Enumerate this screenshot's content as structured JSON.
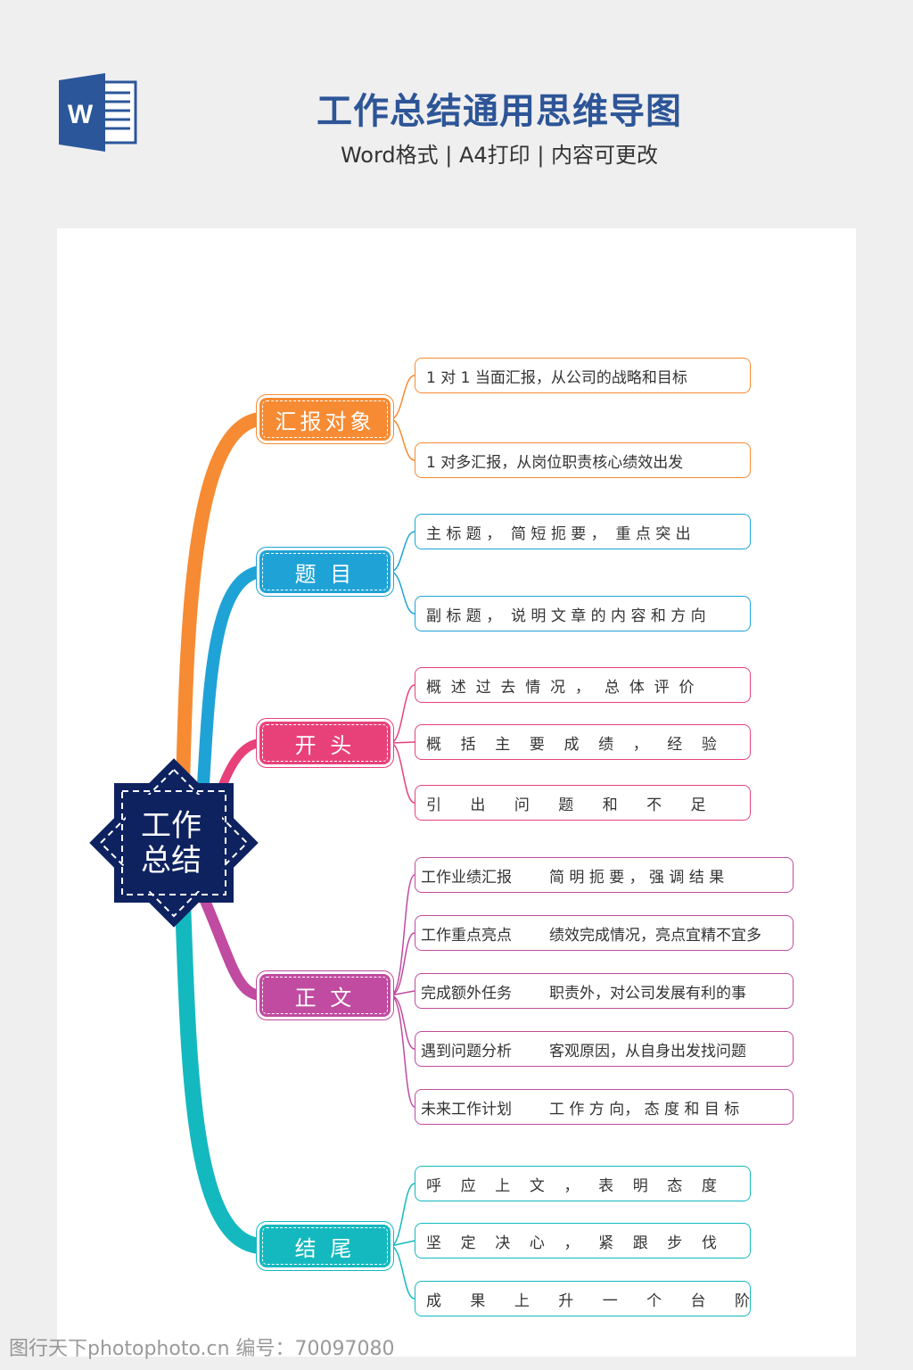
{
  "header": {
    "icon": "word-icon",
    "icon_letter": "W",
    "title": "工作总结通用思维导图",
    "subtitle": "Word格式 | A4打印 | 内容可更改"
  },
  "center": {
    "line1": "工作",
    "line2": "总结",
    "color": "#0e2260"
  },
  "branches": [
    {
      "label": "汇报对象",
      "color": "#f68b33",
      "leaves": [
        "1 对 1 当面汇报，从公司的战略和目标",
        "1 对多汇报，从岗位职责核心绩效出发"
      ]
    },
    {
      "label": "题 目",
      "color": "#1fa3d6",
      "leaves": [
        "主 标 题 ，  简 短 扼 要 ，  重 点 突 出",
        "副 标 题 ，  说 明 文 章 的 内 容 和 方 向"
      ]
    },
    {
      "label": "开 头",
      "color": "#e8417a",
      "leaves": [
        "概  述  过  去  情  况  ，   总  体  评  价",
        "概    括    主    要    成    绩    ，    经    验",
        "引      出      问      题      和      不      足"
      ]
    },
    {
      "label": "正 文",
      "color": "#c04ba0",
      "leaves": [
        {
          "a": "工作业绩汇报",
          "b": "简 明 扼 要 ， 强 调 结 果"
        },
        {
          "a": "工作重点亮点",
          "b": "绩效完成情况，亮点宜精不宜多"
        },
        {
          "a": "完成额外任务",
          "b": "职责外，对公司发展有利的事"
        },
        {
          "a": "遇到问题分析",
          "b": "客观原因，从自身出发找问题"
        },
        {
          "a": "未来工作计划",
          "b": "工 作 方 向， 态 度 和 目 标"
        }
      ]
    },
    {
      "label": "结 尾",
      "color": "#14b9bf",
      "leaves": [
        "呼    应    上    文    ，    表    明    态    度",
        "坚    定    决    心    ，    紧    跟    步    伐",
        "成      果      上      升      一      个      台      阶"
      ]
    }
  ],
  "watermark": "图行天下photophoto.cn 编号：70097080"
}
